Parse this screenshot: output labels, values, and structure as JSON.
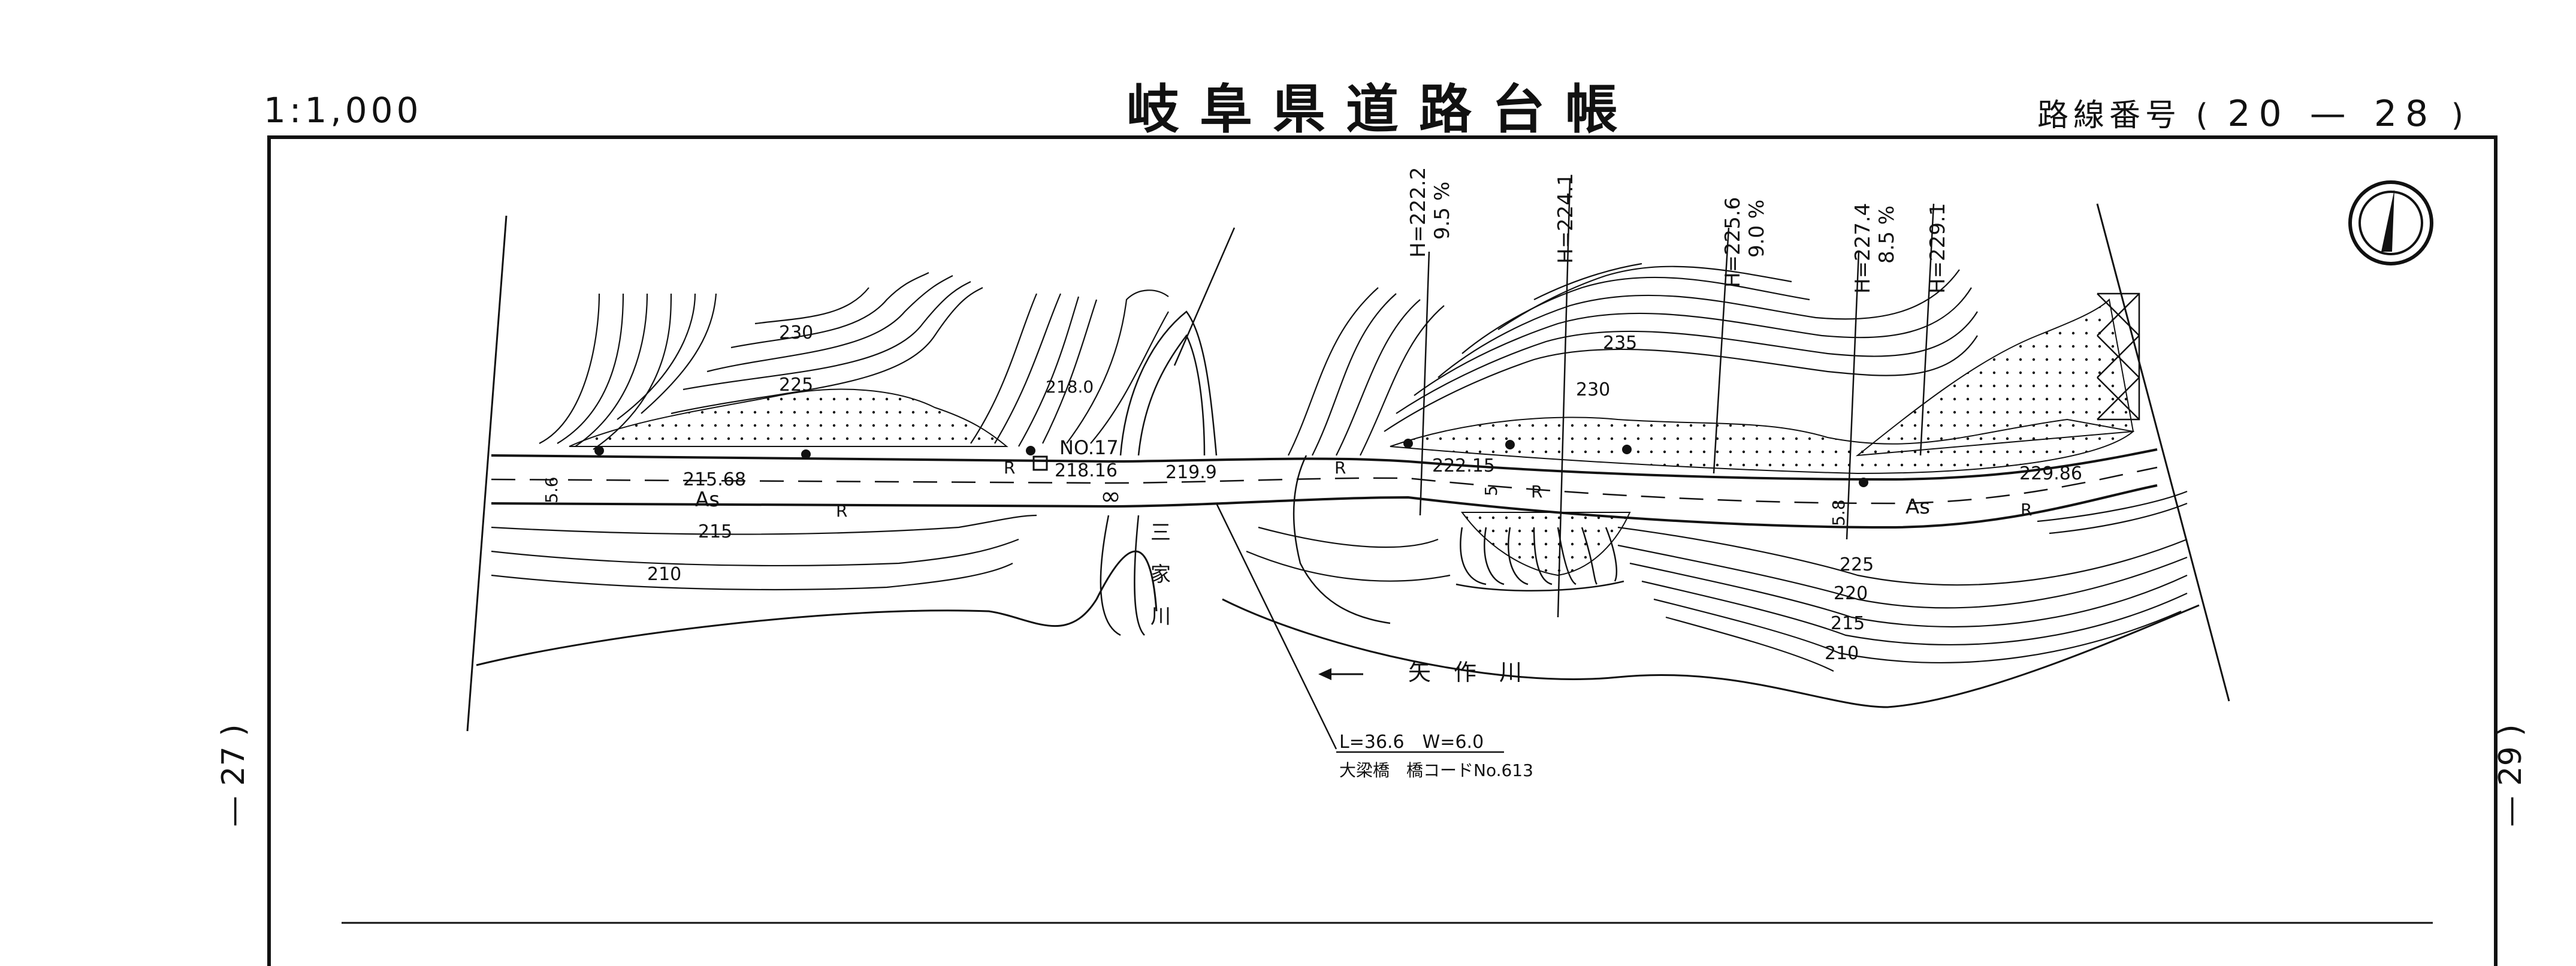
{
  "header": {
    "scale": "1:1,000",
    "title": "岐阜県道路台帳",
    "route_label": "路線番号",
    "route_open": "(",
    "route_number": "20 — 28",
    "route_close": ")"
  },
  "page_markers": {
    "left": "— 27 )",
    "right": "— 29 )"
  },
  "map": {
    "contour_labels": [
      "230",
      "225",
      "215",
      "210",
      "235",
      "230",
      "225",
      "220",
      "215",
      "210"
    ],
    "elevation_points": [
      "215.68",
      "218.16",
      "219.9",
      "218.0",
      "222.15",
      "229.86"
    ],
    "grade_labels": [
      {
        "h": "H=222.2",
        "pct": "9.5 %"
      },
      {
        "h": "H=224.1",
        "pct": ""
      },
      {
        "h": "H=225.6",
        "pct": "9.0 %"
      },
      {
        "h": "H=227.4",
        "pct": "8.5 %"
      },
      {
        "h": "H=229.1",
        "pct": ""
      }
    ],
    "station": "NO.17",
    "road_width_left": "5.6",
    "road_width_right": "5.8",
    "road_width_mid": "5",
    "surface_labels": [
      "As",
      "As"
    ],
    "r_marks": [
      "R",
      "R",
      "R",
      "R",
      "R"
    ],
    "river_main": "矢　作　川",
    "river_side": [
      "三",
      "家",
      "川"
    ],
    "bridge_dims": "L=36.6　W=6.0",
    "bridge_name": "大梁橋　橋コードNo.613",
    "north_arrow_icon": "north-arrow-icon"
  }
}
